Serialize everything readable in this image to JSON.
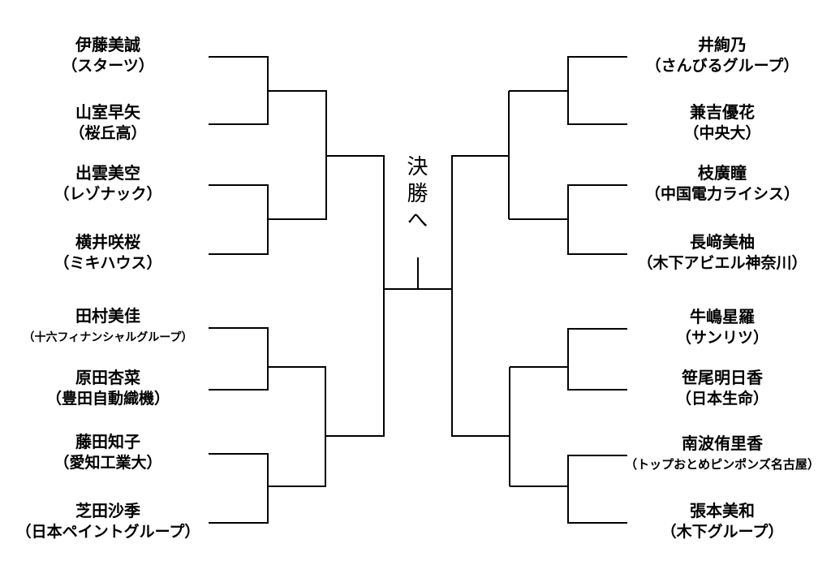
{
  "center": {
    "label": "決勝へ"
  },
  "bracket": {
    "left": [
      {
        "name": "伊藤美誠",
        "affiliation": "（スターツ）"
      },
      {
        "name": "山室早矢",
        "affiliation": "（桜丘高）"
      },
      {
        "name": "出雲美空",
        "affiliation": "（レゾナック）"
      },
      {
        "name": "横井咲桜",
        "affiliation": "（ミキハウス）"
      },
      {
        "name": "田村美佳",
        "affiliation": "（十六フィナンシャルグループ）"
      },
      {
        "name": "原田杏菜",
        "affiliation": "（豊田自動織機）"
      },
      {
        "name": "藤田知子",
        "affiliation": "（愛知工業大）"
      },
      {
        "name": "芝田沙季",
        "affiliation": "（日本ペイントグループ）"
      }
    ],
    "right": [
      {
        "name": "井絢乃",
        "affiliation": "（さんびるグループ）"
      },
      {
        "name": "兼吉優花",
        "affiliation": "（中央大）"
      },
      {
        "name": "枝廣瞳",
        "affiliation": "（中国電力ライシス）"
      },
      {
        "name": "長﨑美柚",
        "affiliation": "（木下アビエル神奈川）"
      },
      {
        "name": "牛嶋星羅",
        "affiliation": "（サンリツ）"
      },
      {
        "name": "笹尾明日香",
        "affiliation": "（日本生命）"
      },
      {
        "name": "南波侑里香",
        "affiliation": "（トップおとめピンポンズ名古屋）"
      },
      {
        "name": "張本美和",
        "affiliation": "（木下グループ）"
      }
    ]
  },
  "colors": {
    "line": "#000000",
    "text": "#000000",
    "background": "#ffffff"
  }
}
